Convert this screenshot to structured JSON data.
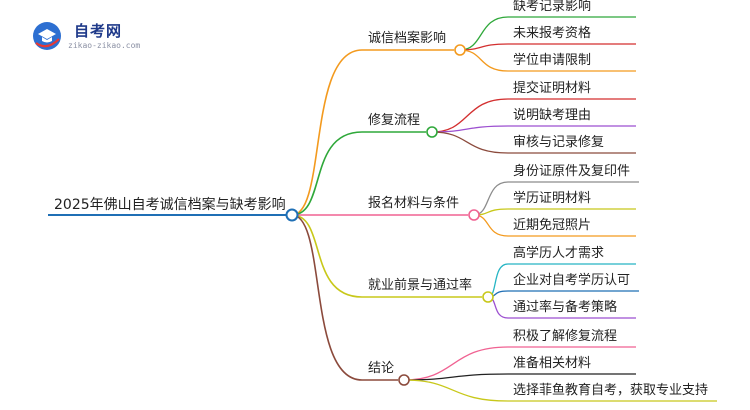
{
  "logo": {
    "title": "自考网",
    "subtitle": "zikao-zikao.com",
    "icon": "graduation-cap-icon"
  },
  "root": {
    "label": "2025年佛山自考诚信档案与缺考影响",
    "color": "#1f6fb5"
  },
  "branches": [
    {
      "label": "诚信档案影响",
      "color": "#f39a1e",
      "children": [
        {
          "label": "缺考记录影响",
          "color": "#2fa83a"
        },
        {
          "label": "未来报考资格",
          "color": "#d32f2f"
        },
        {
          "label": "学位申请限制",
          "color": "#f39a1e"
        }
      ]
    },
    {
      "label": "修复流程",
      "color": "#2fa83a",
      "children": [
        {
          "label": "提交证明材料",
          "color": "#d32f2f"
        },
        {
          "label": "说明缺考理由",
          "color": "#9c4fd0"
        },
        {
          "label": "审核与记录修复",
          "color": "#8b4a3c"
        }
      ]
    },
    {
      "label": "报名材料与条件",
      "color": "#f06292",
      "children": [
        {
          "label": "身份证原件及复印件",
          "color": "#8c8c8c"
        },
        {
          "label": "学历证明材料",
          "color": "#c8c81a"
        },
        {
          "label": "近期免冠照片",
          "color": "#f39a1e"
        }
      ]
    },
    {
      "label": "就业前景与通过率",
      "color": "#c8c81a",
      "children": [
        {
          "label": "高学历人才需求",
          "color": "#26b5c4"
        },
        {
          "label": "企业对自考学历认可",
          "color": "#1f6fb5"
        },
        {
          "label": "通过率与备考策略",
          "color": "#9c4fd0"
        }
      ]
    },
    {
      "label": "结论",
      "color": "#8b4a3c",
      "children": [
        {
          "label": "积极了解修复流程",
          "color": "#f06292"
        },
        {
          "label": "准备相关材料",
          "color": "#222222"
        },
        {
          "label": "选择菲鱼教育自考，获取专业支持",
          "color": "#c8c81a"
        }
      ]
    }
  ]
}
